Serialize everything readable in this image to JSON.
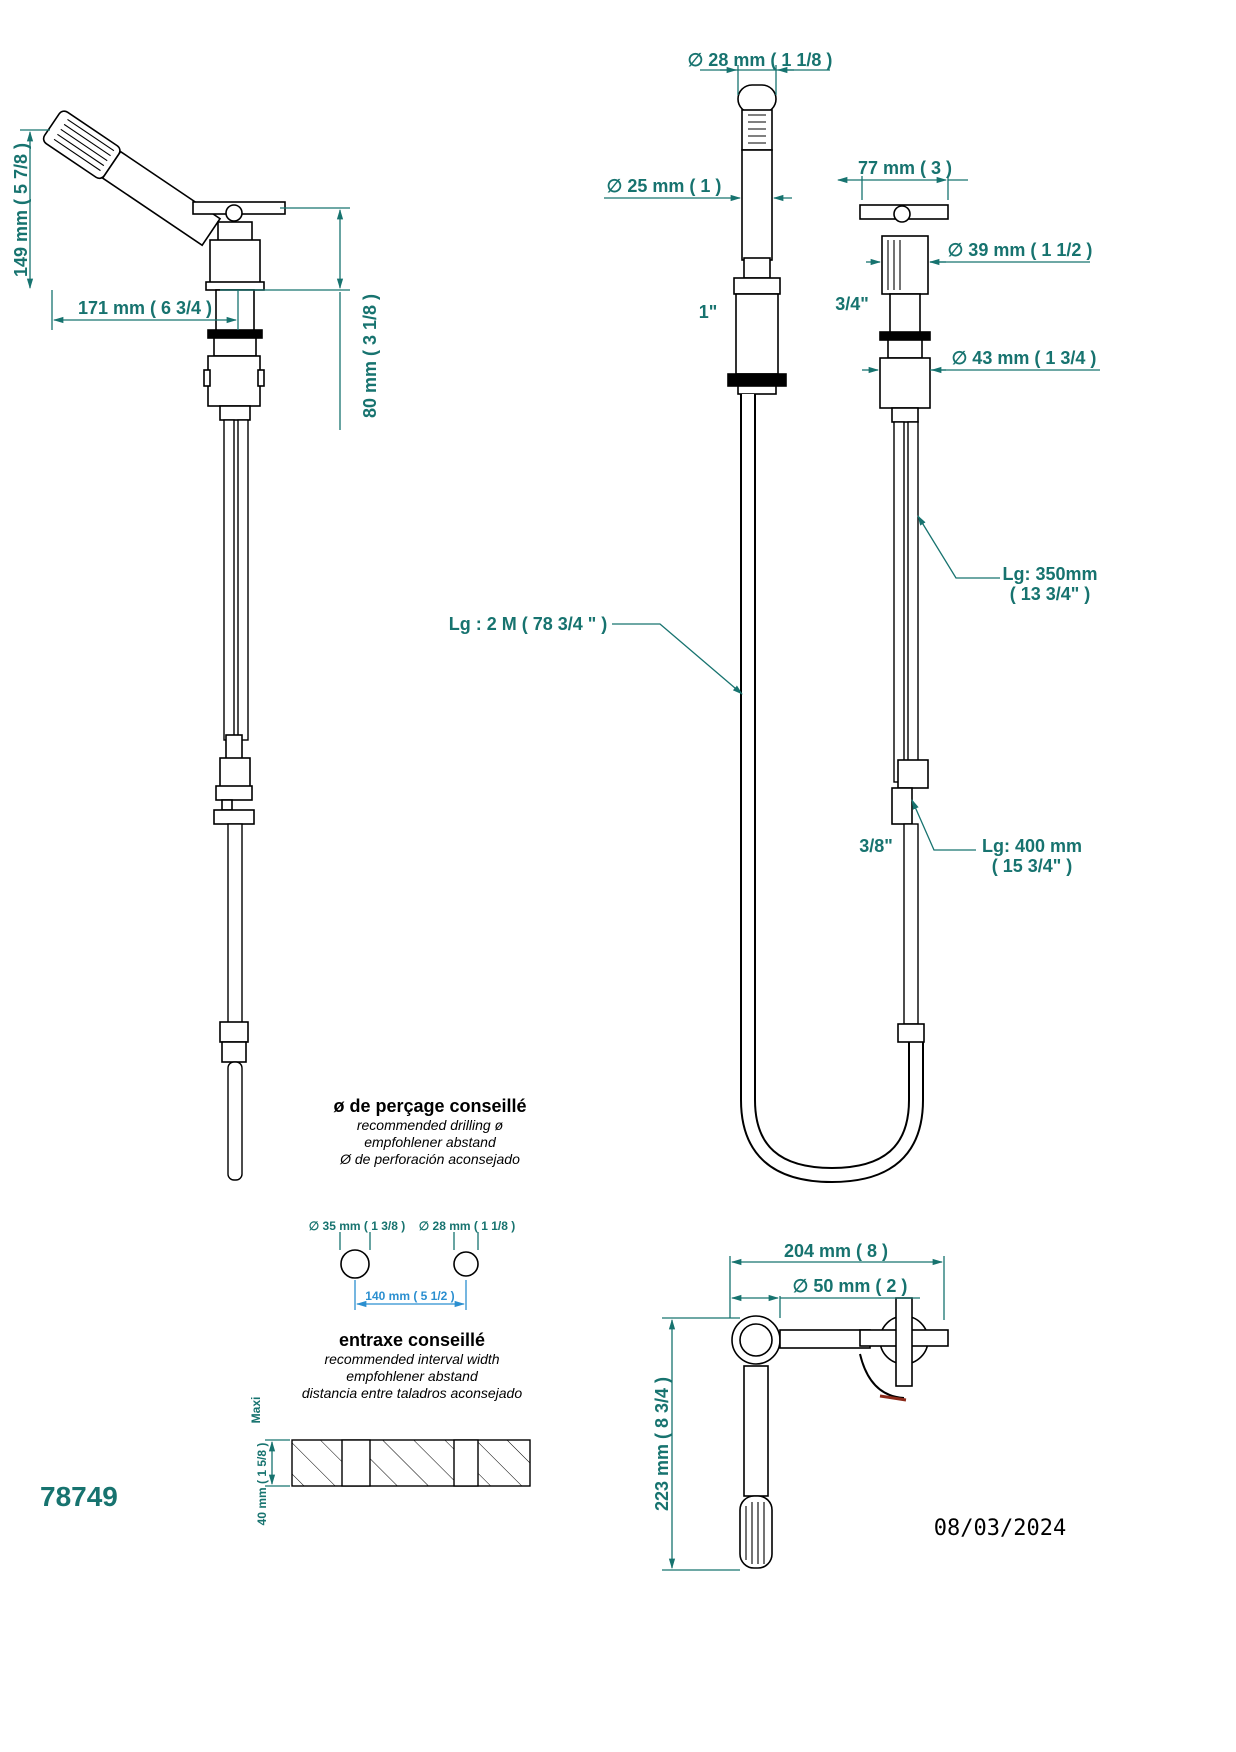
{
  "document": {
    "reference": "78749",
    "date": "08/03/2024"
  },
  "left_view": {
    "height_149": "149 mm ( 5 7/8 )",
    "width_171": "171 mm ( 6 3/4 )",
    "height_80": "80 mm ( 3 1/8 )"
  },
  "right_view": {
    "dia_28": "∅  28 mm ( 1 1/8 )",
    "dia_25": "∅  25 mm ( 1 )",
    "width_77": "77 mm ( 3 )",
    "dia_39": "∅  39 mm ( 1 1/2 )",
    "dia_43": "∅  43 mm ( 1 3/4 )",
    "thread_1": "1\"",
    "thread_34": "3/4\"",
    "thread_38": "3/8\"",
    "hose_main": "Lg : 2 M ( 78 3/4 \" )",
    "hose_350_a": "Lg: 350mm",
    "hose_350_b": "( 13 3/4\" )",
    "hose_400_a": "Lg: 400 mm",
    "hose_400_b": "( 15 3/4\" )"
  },
  "drilling": {
    "title": "ø de perçage conseillé",
    "en": "recommended drilling ø",
    "de": "empfohlener abstand",
    "es": "Ø de perforación aconsejado",
    "hole1": "∅  35 mm ( 1 3/8 )",
    "hole2": "∅  28 mm ( 1 1/8 )",
    "spacing": "140 mm ( 5 1/2 )"
  },
  "interval": {
    "title": "entraxe conseillé",
    "en": "recommended interval width",
    "de": "empfohlener abstand",
    "es": "distancia entre taladros aconsejado",
    "thickness": "40 mm ( 1 5/8 )",
    "maxi": "Maxi"
  },
  "top_view": {
    "width_204": "204 mm ( 8 )",
    "dia_50": "∅  50 mm ( 2 )",
    "depth_223": "223 mm ( 8 3/4 )"
  },
  "colors": {
    "dimension": "#17736f",
    "dimension_blue": "#2b8fd0",
    "line": "#000000"
  }
}
